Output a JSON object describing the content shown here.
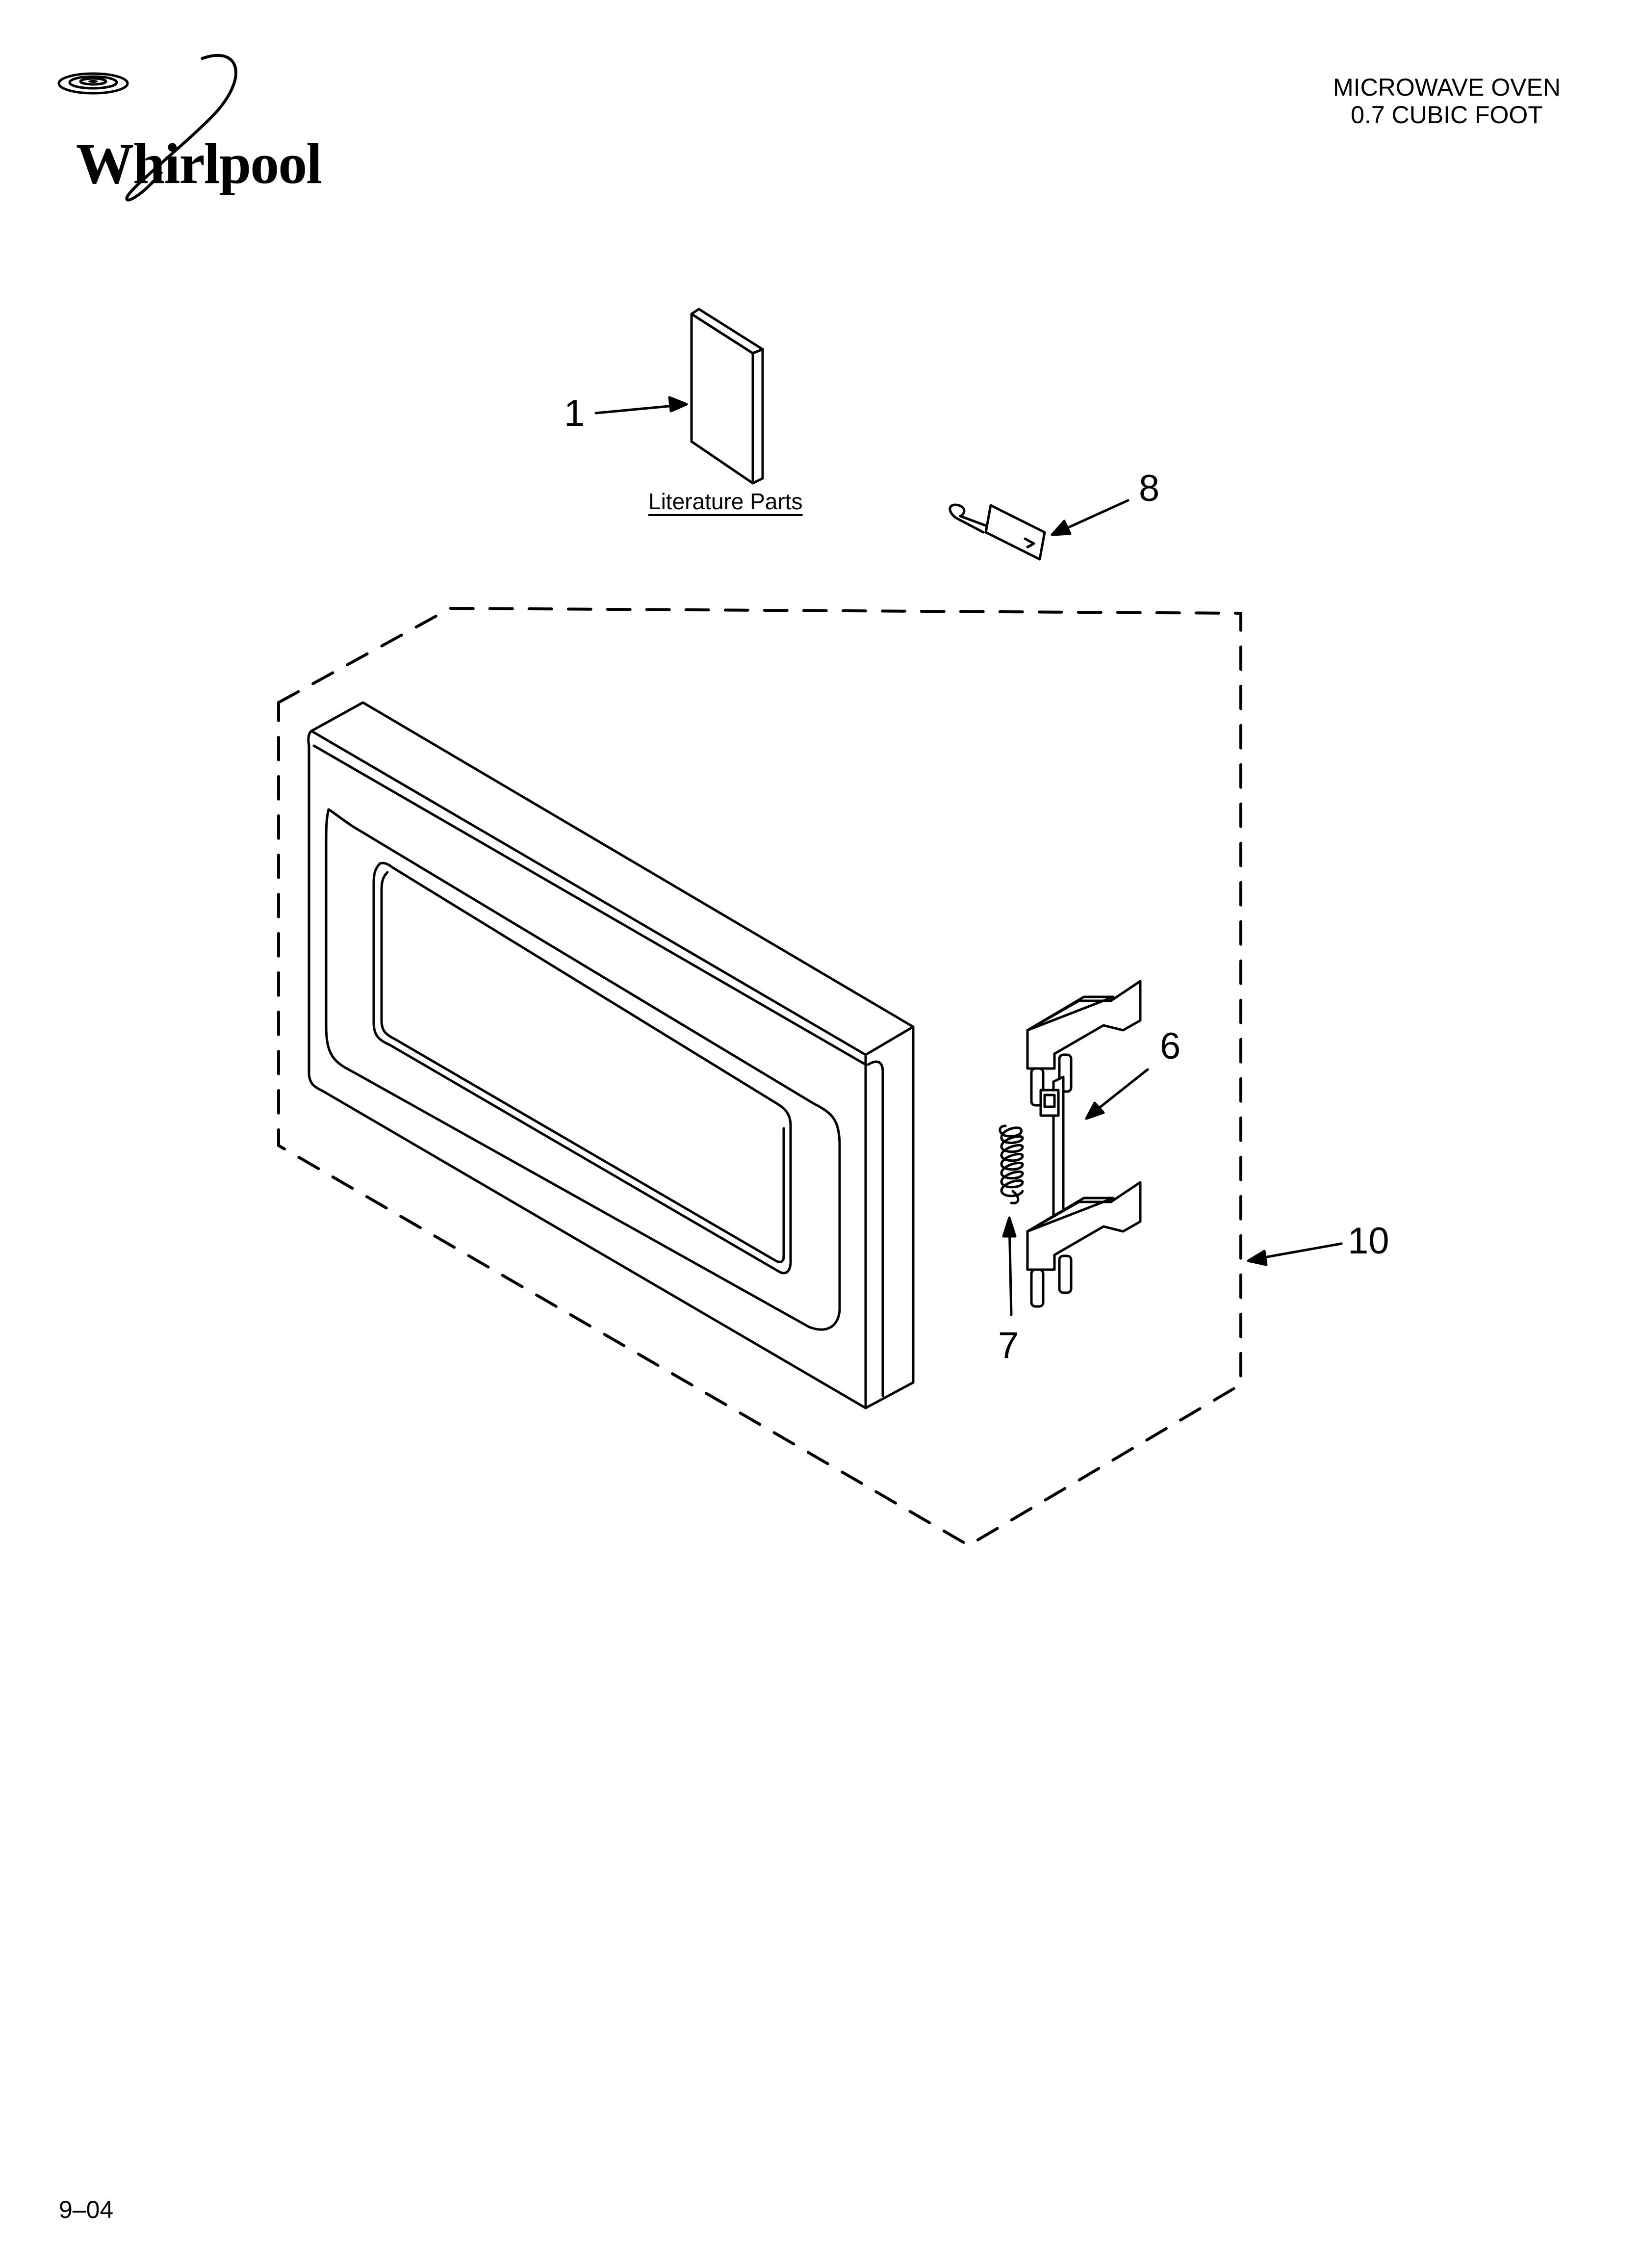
{
  "brand": {
    "name": "Whirlpool"
  },
  "header": {
    "line1": "MICROWAVE OVEN",
    "line2": "0.7 CUBIC FOOT"
  },
  "literature": {
    "label": "Literature Parts"
  },
  "callouts": {
    "c1": "1",
    "c6": "6",
    "c7": "7",
    "c8": "8",
    "c10": "10"
  },
  "footer": {
    "date": "9–04"
  },
  "colors": {
    "line": "#000000",
    "background": "#ffffff"
  },
  "icons": {
    "logo": "whirlpool-swirl-logo"
  }
}
